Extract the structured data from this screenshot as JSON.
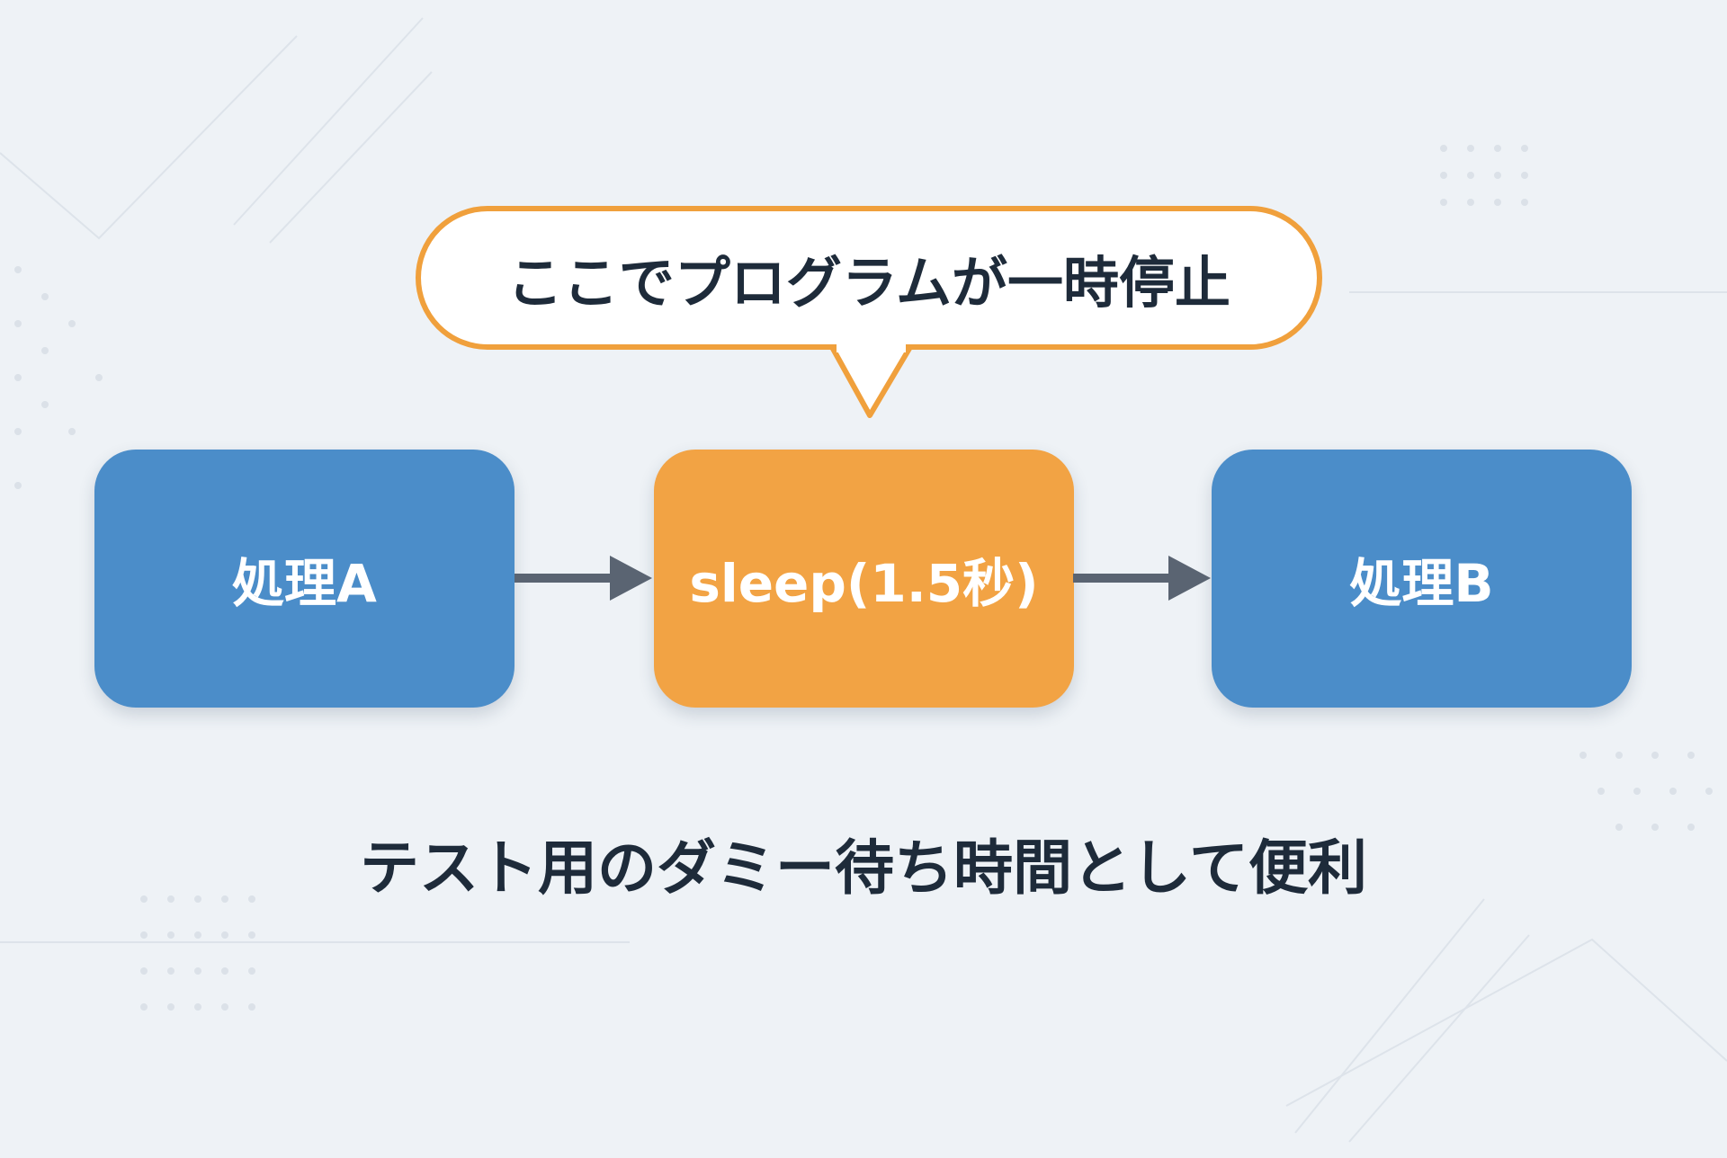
{
  "bubble": {
    "text": "ここでプログラムが一時停止"
  },
  "steps": [
    {
      "label": "処理A"
    },
    {
      "label": "sleep(1.5秒)"
    },
    {
      "label": "処理B"
    }
  ],
  "caption": "テスト用のダミー待ち時間として便利",
  "colors": {
    "process": "#4b8dc9",
    "sleep": "#f2a344",
    "bubble_border": "#f0a03c",
    "text": "#1e2b3a",
    "arrow": "#5a6472"
  }
}
